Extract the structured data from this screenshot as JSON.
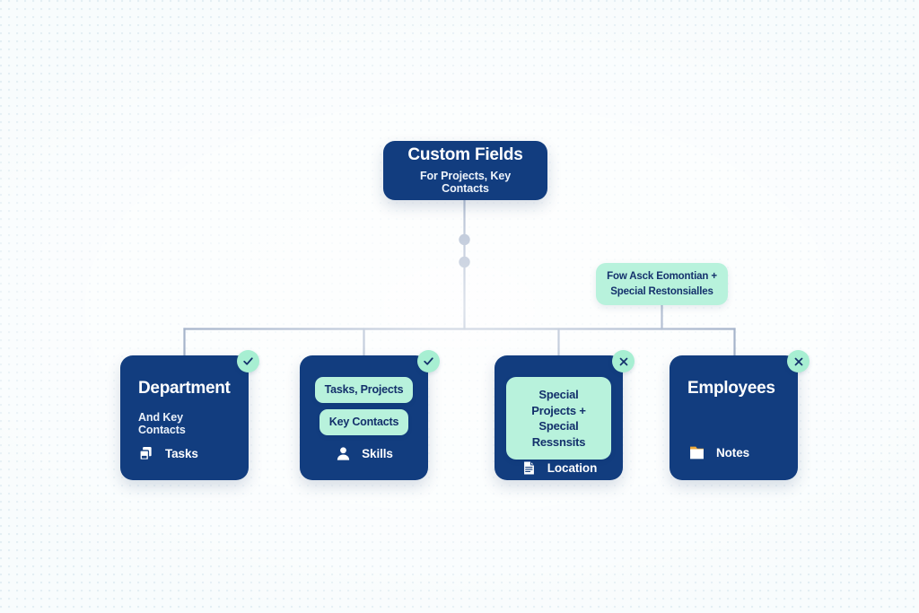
{
  "canvas": {
    "background_color": "#f8fcfd",
    "node_color": "#123d7f",
    "accent_mint": "#b8f2dc",
    "badge_mint": "#a7efd2",
    "line_color": "#1b3f7a",
    "notes_tab_color": "#eda93a"
  },
  "root": {
    "title": "Custom Fields",
    "subtitle": "For Projects, Key Contacts"
  },
  "float_note": {
    "line1": "Fow Asck Eomontian +",
    "line2": "Special Restonsialles"
  },
  "nodes": [
    {
      "title": "Department",
      "subtitle": "And Key Contacts",
      "pills": [],
      "icon_name": "copy-pages-icon",
      "icon_label": "Tasks",
      "badge": "check",
      "badge_name": "status-badge-check"
    },
    {
      "title": "",
      "subtitle": "",
      "pills": [
        "Tasks, Projects",
        "Key Contacts"
      ],
      "icon_name": "person-icon",
      "icon_label": "Skills",
      "badge": "check",
      "badge_name": "status-badge-check"
    },
    {
      "title": "",
      "subtitle": "",
      "pills": [
        "Special Projects +\nSpecial Ressnsits"
      ],
      "icon_name": "document-lines-icon",
      "icon_label": "Location",
      "badge": "cross",
      "badge_name": "status-badge-cross"
    },
    {
      "title": "Employees",
      "subtitle": "",
      "pills": [],
      "icon_name": "notes-folder-icon",
      "icon_label": "Notes",
      "badge": "cross",
      "badge_name": "status-badge-cross"
    }
  ]
}
